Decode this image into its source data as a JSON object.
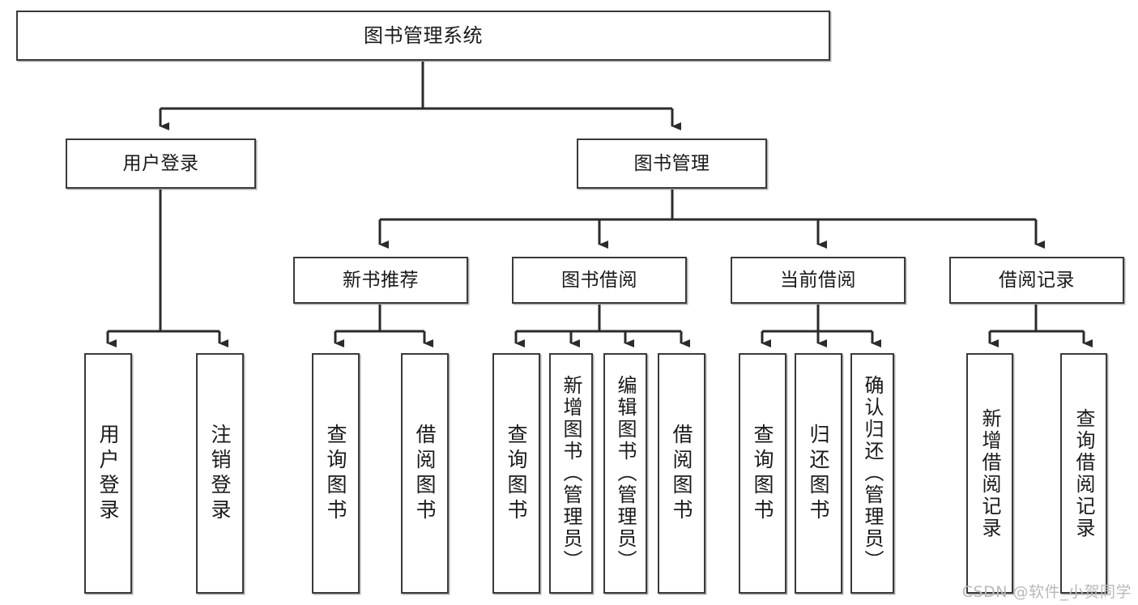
{
  "title": "图书管理系统 功能结构图",
  "watermark": "CSDN @软件_小贺同学",
  "colors": {
    "box_border": "#3a3a3a",
    "box_fill": "#ffffff",
    "line": "#2b2b2b",
    "text": "#1a1a1a",
    "watermark": "#b9b9b9"
  },
  "chart_data": {
    "type": "diagram",
    "subtype": "tree",
    "title": "图书管理系统",
    "orientation": "top-down",
    "levels": 4,
    "nodes": [
      {
        "id": "root",
        "label": "图书管理系统",
        "level": 0,
        "parent": null,
        "orientation": "horizontal"
      },
      {
        "id": "login",
        "label": "用户登录",
        "level": 1,
        "parent": "root",
        "orientation": "horizontal"
      },
      {
        "id": "bookmgr",
        "label": "图书管理",
        "level": 1,
        "parent": "root",
        "orientation": "horizontal"
      },
      {
        "id": "newbook",
        "label": "新书推荐",
        "level": 2,
        "parent": "bookmgr",
        "orientation": "horizontal"
      },
      {
        "id": "borrow",
        "label": "图书借阅",
        "level": 2,
        "parent": "bookmgr",
        "orientation": "horizontal"
      },
      {
        "id": "current",
        "label": "当前借阅",
        "level": 2,
        "parent": "bookmgr",
        "orientation": "horizontal"
      },
      {
        "id": "record",
        "label": "借阅记录",
        "level": 2,
        "parent": "bookmgr",
        "orientation": "horizontal"
      },
      {
        "id": "l1",
        "label": "用户登录",
        "level": 3,
        "parent": "login",
        "orientation": "vertical"
      },
      {
        "id": "l2",
        "label": "注销登录",
        "level": 3,
        "parent": "login",
        "orientation": "vertical"
      },
      {
        "id": "l3",
        "label": "查询图书",
        "level": 3,
        "parent": "newbook",
        "orientation": "vertical"
      },
      {
        "id": "l4",
        "label": "借阅图书",
        "level": 3,
        "parent": "newbook",
        "orientation": "vertical"
      },
      {
        "id": "l5",
        "label": "查询图书",
        "level": 3,
        "parent": "borrow",
        "orientation": "vertical"
      },
      {
        "id": "l6",
        "label": "新增图书（管理员）",
        "level": 3,
        "parent": "borrow",
        "orientation": "vertical"
      },
      {
        "id": "l7",
        "label": "编辑图书（管理员）",
        "level": 3,
        "parent": "borrow",
        "orientation": "vertical"
      },
      {
        "id": "l8",
        "label": "借阅图书",
        "level": 3,
        "parent": "borrow",
        "orientation": "vertical"
      },
      {
        "id": "l9",
        "label": "查询图书",
        "level": 3,
        "parent": "current",
        "orientation": "vertical"
      },
      {
        "id": "l10",
        "label": "归还图书",
        "level": 3,
        "parent": "current",
        "orientation": "vertical"
      },
      {
        "id": "l11",
        "label": "确认归还（管理员）",
        "level": 3,
        "parent": "current",
        "orientation": "vertical"
      },
      {
        "id": "l12",
        "label": "新增借阅记录",
        "level": 3,
        "parent": "record",
        "orientation": "vertical"
      },
      {
        "id": "l13",
        "label": "查询借阅记录",
        "level": 3,
        "parent": "record",
        "orientation": "vertical"
      }
    ],
    "edges": [
      {
        "from": "root",
        "to": "login"
      },
      {
        "from": "root",
        "to": "bookmgr"
      },
      {
        "from": "bookmgr",
        "to": "newbook"
      },
      {
        "from": "bookmgr",
        "to": "borrow"
      },
      {
        "from": "bookmgr",
        "to": "current"
      },
      {
        "from": "bookmgr",
        "to": "record"
      },
      {
        "from": "login",
        "to": "l1"
      },
      {
        "from": "login",
        "to": "l2"
      },
      {
        "from": "newbook",
        "to": "l3"
      },
      {
        "from": "newbook",
        "to": "l4"
      },
      {
        "from": "borrow",
        "to": "l5"
      },
      {
        "from": "borrow",
        "to": "l6"
      },
      {
        "from": "borrow",
        "to": "l7"
      },
      {
        "from": "borrow",
        "to": "l8"
      },
      {
        "from": "current",
        "to": "l9"
      },
      {
        "from": "current",
        "to": "l10"
      },
      {
        "from": "current",
        "to": "l11"
      },
      {
        "from": "record",
        "to": "l12"
      },
      {
        "from": "record",
        "to": "l13"
      }
    ]
  },
  "nodes": {
    "root": "图书管理系统",
    "login": "用户登录",
    "bookmgr": "图书管理",
    "newbook": "新书推荐",
    "borrow": "图书借阅",
    "current": "当前借阅",
    "record": "借阅记录",
    "l1": "用户登录",
    "l2": "注销登录",
    "l3": "查询图书",
    "l4": "借阅图书",
    "l5": "查询图书",
    "l6": "新增图书（管理员）",
    "l7": "编辑图书（管理员）",
    "l8": "借阅图书",
    "l9": "查询图书",
    "l10": "归还图书",
    "l11": "确认归还（管理员）",
    "l12": "新增借阅记录",
    "l13": "查询借阅记录"
  }
}
